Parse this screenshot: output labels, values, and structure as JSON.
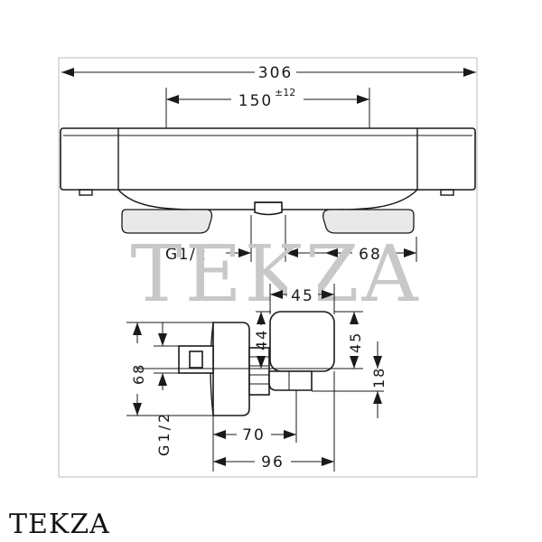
{
  "dimensions": {
    "overall_width": "306",
    "center_distance": "150",
    "center_distance_tolerance": "±12",
    "inlet_thread_front": "G1/2",
    "front_right": "68",
    "side_top_width": "45",
    "side_height_left": "44",
    "side_height_right": "45",
    "side_outlet": "18",
    "side_vertical": "68",
    "side_thread": "G1/2",
    "side_depth_inner": "70",
    "side_depth_total": "96"
  },
  "watermark": "TEKZA",
  "brand_caption": "TEKZA",
  "colors": {
    "line": "#1a1a1a",
    "shade": "#e9e9e9",
    "watermark": "#c8c8c8"
  }
}
